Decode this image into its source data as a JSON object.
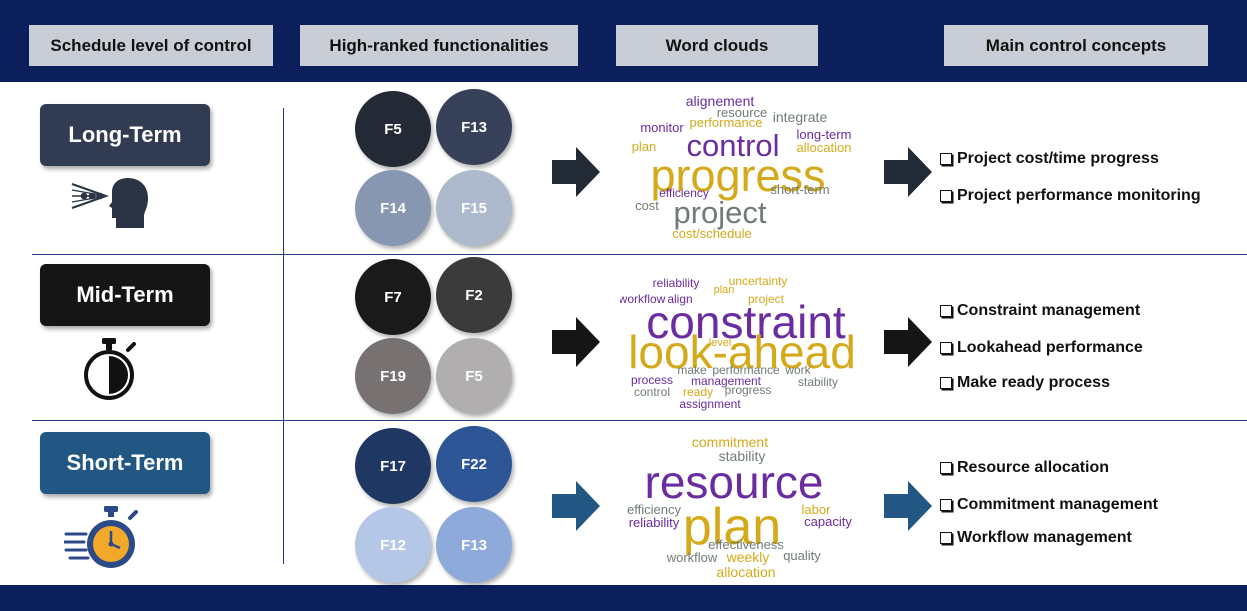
{
  "headers": {
    "level": "Schedule level of control",
    "functionalities": "High-ranked functionalities",
    "clouds": "Word clouds",
    "concepts": "Main control concepts"
  },
  "colors": {
    "bar": "#0a1f5c",
    "header_bg": "#c9ced6",
    "purple": "#6a2ca0",
    "gold": "#d4a91a",
    "gray": "#707c74"
  },
  "rows": [
    {
      "level": "Long-Term",
      "level_color": "#313c52",
      "icon": "person-thinking-icon",
      "functionalities": [
        {
          "label": "F5",
          "color": "#232a36"
        },
        {
          "label": "F13",
          "color": "#37425a"
        },
        {
          "label": "F14",
          "color": "#8797b1"
        },
        {
          "label": "F15",
          "color": "#adb9cc"
        }
      ],
      "arrow_color": "#222a36",
      "cloud_words": [
        "alignement",
        "resource",
        "monitor",
        "performance",
        "integrate",
        "control",
        "long-term",
        "plan",
        "allocation",
        "progress",
        "efficiency",
        "short-term",
        "cost",
        "project",
        "cost/schedule"
      ],
      "concepts": [
        "Project cost/time progress",
        "Project performance monitoring"
      ]
    },
    {
      "level": "Mid-Term",
      "level_color": "#151515",
      "icon": "stopwatch-icon",
      "functionalities": [
        {
          "label": "F7",
          "color": "#1a1a1a"
        },
        {
          "label": "F2",
          "color": "#3b3b3b"
        },
        {
          "label": "F19",
          "color": "#777271"
        },
        {
          "label": "F5",
          "color": "#b0aeae"
        }
      ],
      "arrow_color": "#151515",
      "cloud_words": [
        "reliability",
        "uncertainty",
        "plan",
        "workflow",
        "align",
        "project",
        "constraint",
        "level",
        "look-ahead",
        "make",
        "performance",
        "work",
        "process",
        "management",
        "stability",
        "control",
        "ready",
        "progress",
        "assignment"
      ],
      "concepts": [
        "Constraint management",
        "Lookahead performance",
        "Make ready process"
      ]
    },
    {
      "level": "Short-Term",
      "level_color": "#225783",
      "icon": "fast-stopwatch-icon",
      "functionalities": [
        {
          "label": "F17",
          "color": "#1f3763"
        },
        {
          "label": "F22",
          "color": "#2e5596"
        },
        {
          "label": "F12",
          "color": "#b4c7e6"
        },
        {
          "label": "F13",
          "color": "#8eaadb"
        }
      ],
      "arrow_color": "#225783",
      "cloud_words": [
        "commitment",
        "stability",
        "resource",
        "efficiency",
        "labor",
        "reliability",
        "plan",
        "capacity",
        "effectiveness",
        "workflow",
        "weekly",
        "quality",
        "allocation"
      ],
      "concepts": [
        "Resource allocation",
        "Commitment management",
        "Workflow management"
      ]
    }
  ]
}
